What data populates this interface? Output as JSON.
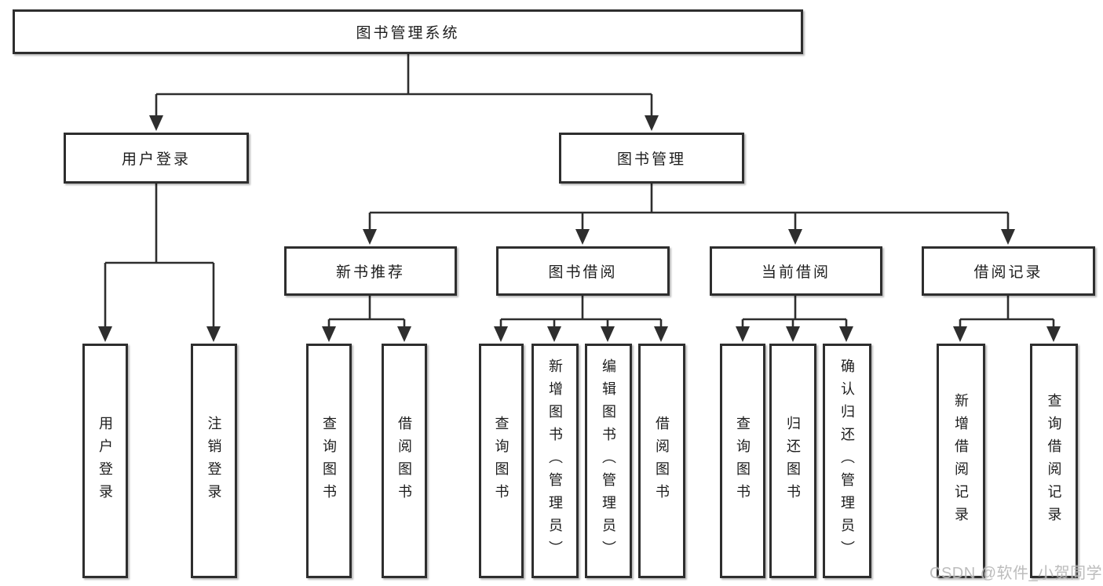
{
  "tree": {
    "root": "图书管理系统",
    "level2": [
      "用户登录",
      "图书管理"
    ],
    "level3": [
      "新书推荐",
      "图书借阅",
      "当前借阅",
      "借阅记录"
    ],
    "leaves": {
      "login": [
        "用户登录",
        "注销登录"
      ],
      "recommend": [
        "查询图书",
        "借阅图书"
      ],
      "borrow": [
        "查询图书",
        "新增图书（管理员）",
        "编辑图书（管理员）",
        "借阅图书"
      ],
      "current": [
        "查询图书",
        "归还图书",
        "确认归还（管理员）"
      ],
      "record": [
        "新增借阅记录",
        "查询借阅记录"
      ]
    }
  },
  "watermark": "CSDN @软件_小贺同学",
  "colors": {
    "line": "#2e2e2e",
    "text": "#1d1d1d",
    "box_background": "#ffffff",
    "watermark": "#b7b7b7"
  }
}
